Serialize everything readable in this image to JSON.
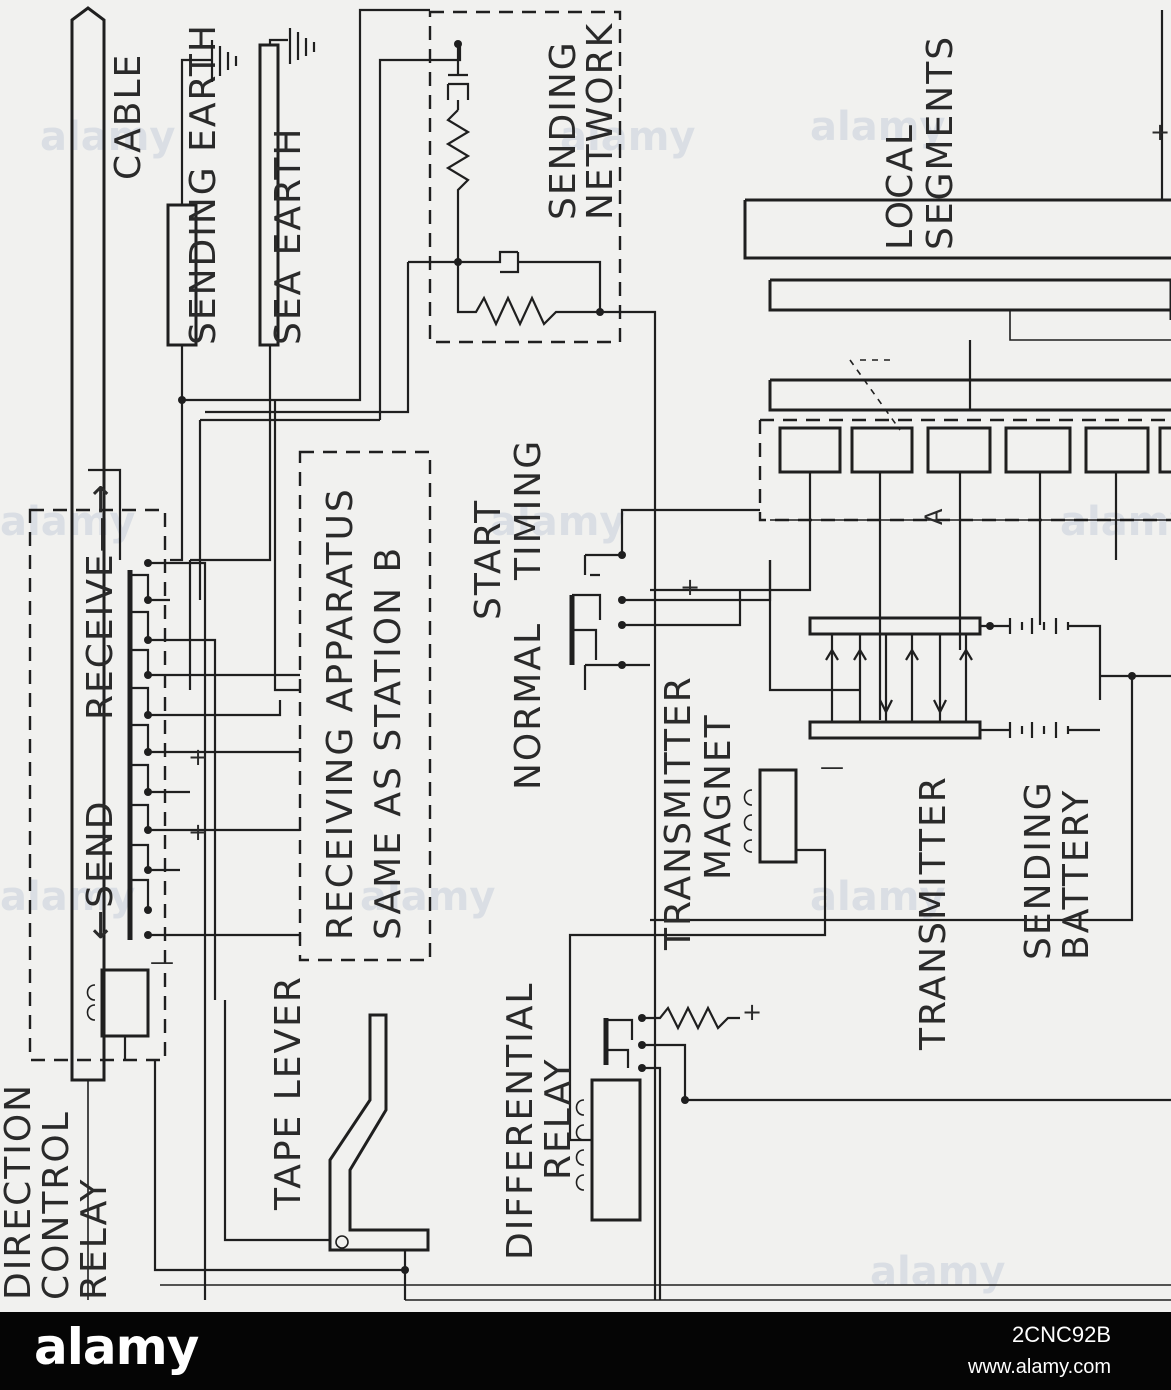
{
  "diagram": {
    "labels": {
      "cable": "CABLE",
      "sending_earth": "SENDING EARTH",
      "sea_earth": "SEA EARTH",
      "sending_network_1": "SENDING",
      "sending_network_2": "NETWORK",
      "local_segments_1": "LOCAL",
      "local_segments_2": "SEGMENTS",
      "send": "←SEND",
      "receive": "RECEIVE—→",
      "receiving_1": "RECEIVING APPARATUS",
      "receiving_2": "SAME AS STATION B",
      "start": "START",
      "timing": "TIMING",
      "normal": "NORMAL",
      "dcr_1": "DIRECTION",
      "dcr_2": "CONTROL",
      "dcr_3": "RELAY",
      "tape_lever": "TAPE LEVER",
      "diff_1": "DIFFERENTIAL",
      "diff_2": "RELAY",
      "tm_1": "TRANSMITTER",
      "tm_2": "MAGNET",
      "transmitter": "TRANSMITTER",
      "sb_1": "SENDING",
      "sb_2": "BATTERY",
      "a": "A",
      "plus": "+",
      "minus": "—"
    },
    "watermark": "alamy"
  },
  "footer": {
    "brand": "alamy",
    "image_code": "2CNC92B",
    "url": "www.alamy.com"
  }
}
